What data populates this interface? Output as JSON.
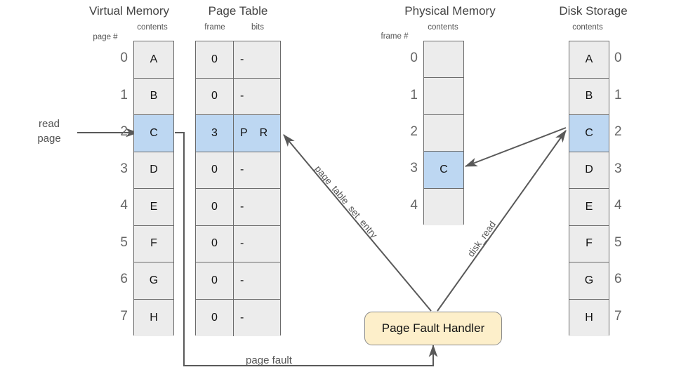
{
  "diagram": {
    "title_virtual_memory": "Virtual Memory",
    "title_page_table": "Page Table",
    "title_physical_memory": "Physical Memory",
    "title_disk_storage": "Disk Storage",
    "colors": {
      "highlight": "#bdd7f2",
      "cell": "#ececec",
      "border": "#6b6b6b",
      "handler_fill": "#fdefca",
      "arrow": "#595959"
    }
  },
  "virtual_memory": {
    "index_header": "page #",
    "contents_header": "contents",
    "rows": [
      {
        "index": "0",
        "contents": "A",
        "highlight": false
      },
      {
        "index": "1",
        "contents": "B",
        "highlight": false
      },
      {
        "index": "2",
        "contents": "C",
        "highlight": true
      },
      {
        "index": "3",
        "contents": "D",
        "highlight": false
      },
      {
        "index": "4",
        "contents": "E",
        "highlight": false
      },
      {
        "index": "5",
        "contents": "F",
        "highlight": false
      },
      {
        "index": "6",
        "contents": "G",
        "highlight": false
      },
      {
        "index": "7",
        "contents": "H",
        "highlight": false
      }
    ]
  },
  "page_table": {
    "frame_header": "frame",
    "bits_header": "bits",
    "rows": [
      {
        "frame": "0",
        "bits": "-",
        "highlight": false
      },
      {
        "frame": "0",
        "bits": "-",
        "highlight": false
      },
      {
        "frame": "3",
        "bits": "P R",
        "bit_p": "P",
        "bit_r": "R",
        "highlight": true
      },
      {
        "frame": "0",
        "bits": "-",
        "highlight": false
      },
      {
        "frame": "0",
        "bits": "-",
        "highlight": false
      },
      {
        "frame": "0",
        "bits": "-",
        "highlight": false
      },
      {
        "frame": "0",
        "bits": "-",
        "highlight": false
      },
      {
        "frame": "0",
        "bits": "-",
        "highlight": false
      }
    ]
  },
  "physical_memory": {
    "index_header": "frame #",
    "contents_header": "contents",
    "rows": [
      {
        "index": "0",
        "contents": "",
        "highlight": false
      },
      {
        "index": "1",
        "contents": "",
        "highlight": false
      },
      {
        "index": "2",
        "contents": "",
        "highlight": false
      },
      {
        "index": "3",
        "contents": "C",
        "highlight": true
      },
      {
        "index": "4",
        "contents": "",
        "highlight": false
      }
    ]
  },
  "disk_storage": {
    "contents_header": "contents",
    "rows": [
      {
        "index": "0",
        "contents": "A",
        "highlight": false
      },
      {
        "index": "1",
        "contents": "B",
        "highlight": false
      },
      {
        "index": "2",
        "contents": "C",
        "highlight": true
      },
      {
        "index": "3",
        "contents": "D",
        "highlight": false
      },
      {
        "index": "4",
        "contents": "E",
        "highlight": false
      },
      {
        "index": "5",
        "contents": "F",
        "highlight": false
      },
      {
        "index": "6",
        "contents": "G",
        "highlight": false
      },
      {
        "index": "7",
        "contents": "H",
        "highlight": false
      }
    ]
  },
  "handler": {
    "label": "Page Fault Handler"
  },
  "edges": {
    "read_page_line1": "read",
    "read_page_line2": "page",
    "page_fault": "page fault",
    "page_table_set_entry": "page_table_set_entry",
    "disk_read": "disk_read"
  }
}
